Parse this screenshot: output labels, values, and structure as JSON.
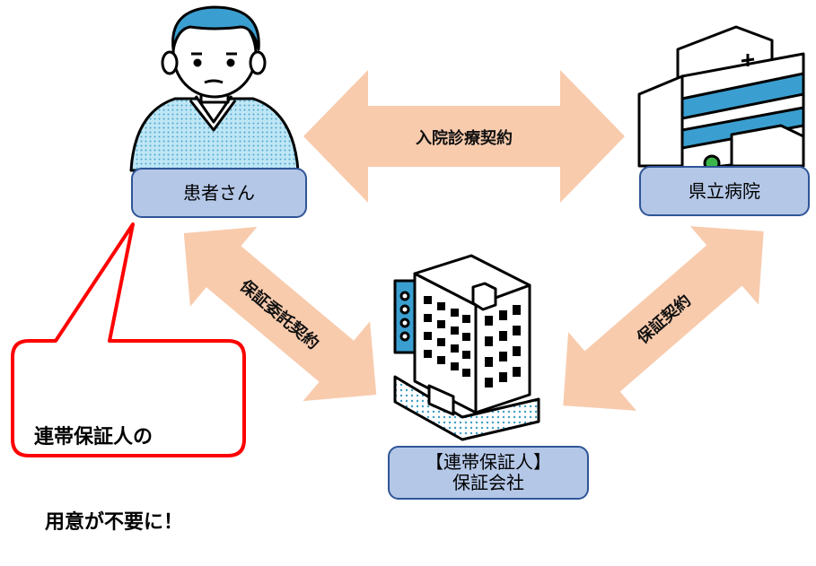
{
  "nodes": {
    "patient": "患者さん",
    "hospital": "県立病院",
    "guarantor_line1": "【連帯保証人】",
    "guarantor_line2": "保証会社"
  },
  "arrows": {
    "top": "入院診療契約",
    "left": "保証委託契約",
    "right": "保証契約"
  },
  "callout": {
    "line1": "連帯保証人の",
    "line2": "用意が不要に！"
  },
  "colors": {
    "arrow_fill": "#f8cbad",
    "box_fill": "#b4c7e7",
    "box_border": "#2f5597",
    "callout_border": "#ff0000"
  }
}
